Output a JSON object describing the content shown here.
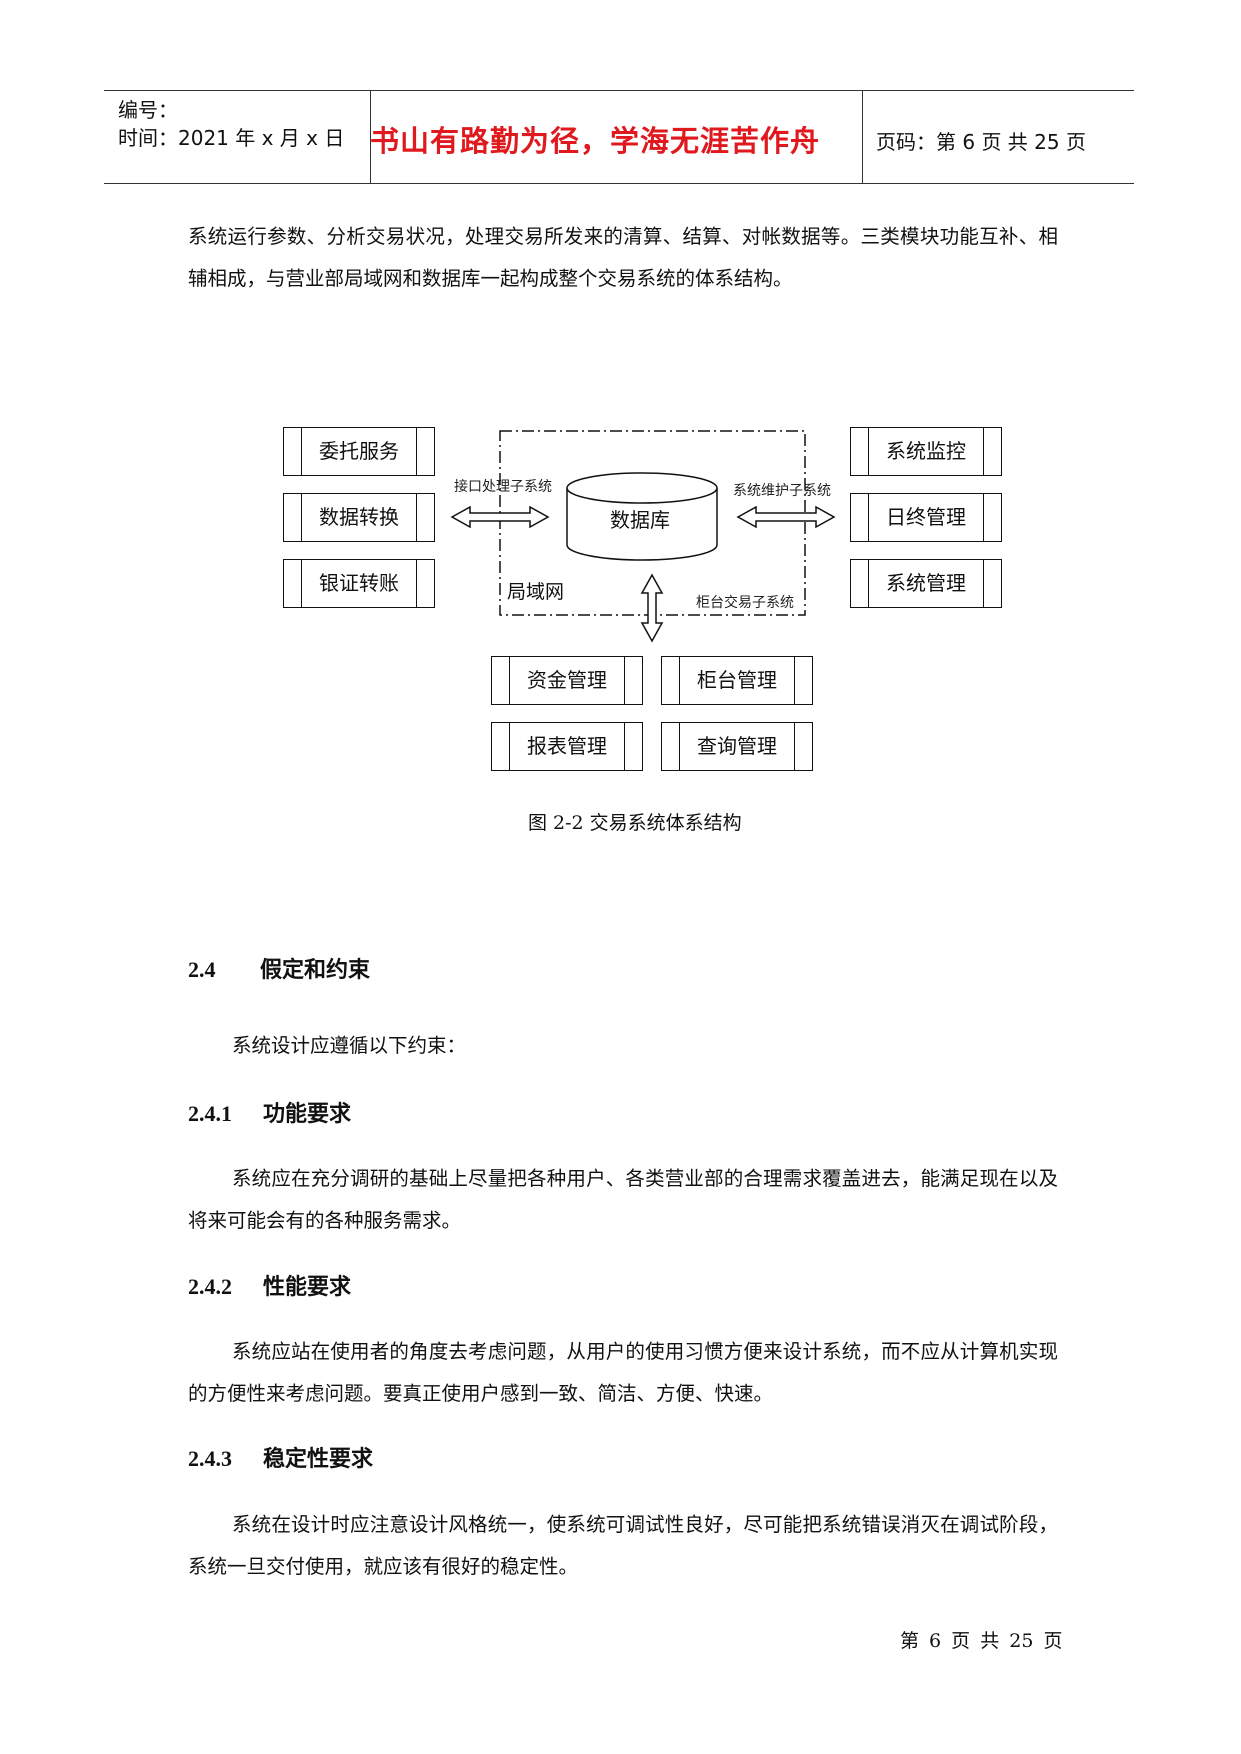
{
  "header": {
    "serial_label": "编号：",
    "time_label": "时间：2021 年 x 月 x 日",
    "motto": "书山有路勤为径，学海无涯苦作舟",
    "page_label": "页码：第 6 页  共 25 页"
  },
  "intro_paragraph": "系统运行参数、分析交易状况，处理交易所发来的清算、结算、对帐数据等。三类模块功能互补、相辅相成，与营业部局域网和数据库一起构成整个交易系统的体系结构。",
  "diagram": {
    "left_modules": [
      "委托服务",
      "数据转换",
      "银证转账"
    ],
    "right_modules": [
      "系统监控",
      "日终管理",
      "系统管理"
    ],
    "bottom_modules": [
      "资金管理",
      "柜台管理",
      "报表管理",
      "查询管理"
    ],
    "database_label": "数据库",
    "lan_label": "局域网",
    "interface_subsystem": "接口处理子系统",
    "maintenance_subsystem": "系统维护子系统",
    "counter_subsystem": "柜台交易子系统",
    "caption": "图 2-2  交易系统体系结构"
  },
  "section_2_4": {
    "number": "2.4",
    "title": "假定和约束",
    "intro": "系统设计应遵循以下约束："
  },
  "section_2_4_1": {
    "number": "2.4.1",
    "title": "功能要求",
    "text": "系统应在充分调研的基础上尽量把各种用户、各类营业部的合理需求覆盖进去，能满足现在以及将来可能会有的各种服务需求。"
  },
  "section_2_4_2": {
    "number": "2.4.2",
    "title": "性能要求",
    "text": "系统应站在使用者的角度去考虑问题，从用户的使用习惯方便来设计系统，而不应从计算机实现的方便性来考虑问题。要真正使用户感到一致、简洁、方便、快速。"
  },
  "section_2_4_3": {
    "number": "2.4.3",
    "title": "稳定性要求",
    "text": "系统在设计时应注意设计风格统一，使系统可调试性良好，尽可能把系统错误消灭在调试阶段，系统一旦交付使用，就应该有很好的稳定性。"
  },
  "footer": "第 6 页 共 25 页"
}
